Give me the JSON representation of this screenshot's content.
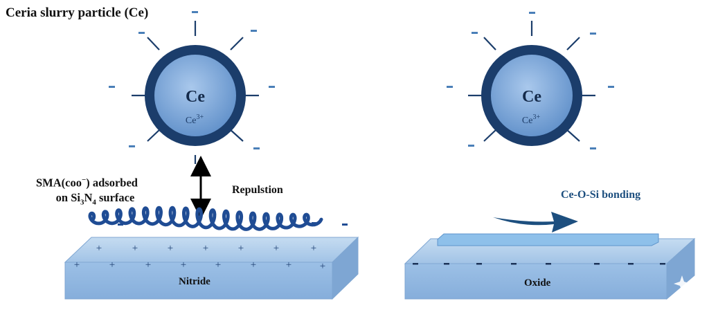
{
  "title": "Ceria slurry particle (Ce)",
  "particle": {
    "symbol": "Ce",
    "ion": "Ce",
    "ion_charge": "3+"
  },
  "sma_label": {
    "line1_pre": "SMA(coo",
    "line1_sup": "−",
    "line1_post": ") adsorbed",
    "line2_pre": "on Si",
    "line2_sub1": "3",
    "line2_mid": "N",
    "line2_sub2": "4",
    "line2_post": " surface"
  },
  "repulsion_label": "Repulstion",
  "bonding_label": "Ce-O-Si bonding",
  "nitride_label": "Nitride",
  "oxide_label": "Oxide",
  "colors": {
    "particle_ring": "#1b3d6b",
    "particle_core": "#6f9fd4",
    "substrate_top": "#a9c9e8",
    "substrate_front": "#8eb5de",
    "polymer": "#1f4c94",
    "bonding_arrow": "#1d4f7f"
  }
}
